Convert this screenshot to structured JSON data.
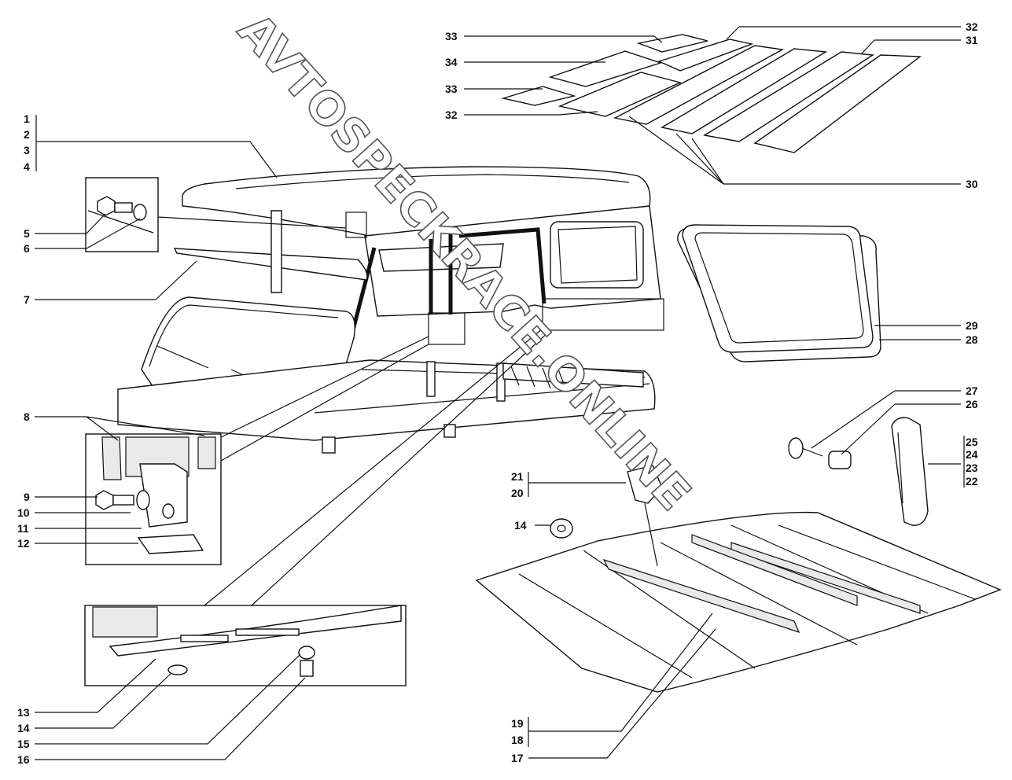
{
  "diagram": {
    "watermark": "AVTOSPECKRACE.ONLINE",
    "left_labels": [
      "1",
      "2",
      "3",
      "4",
      "5",
      "6",
      "7",
      "8",
      "9",
      "10",
      "11",
      "12",
      "13",
      "14",
      "15",
      "16"
    ],
    "top_labels": {
      "left": [
        "33",
        "34",
        "33",
        "32"
      ],
      "right": [
        "32",
        "31"
      ],
      "bottom": "30"
    },
    "window_labels": [
      "29",
      "28"
    ],
    "vent_labels": [
      "27",
      "26",
      "25",
      "24",
      "23",
      "22"
    ],
    "clip_labels": [
      "21",
      "20"
    ],
    "washer_label": "14",
    "bottom_right_labels": [
      "19",
      "18",
      "17"
    ]
  }
}
